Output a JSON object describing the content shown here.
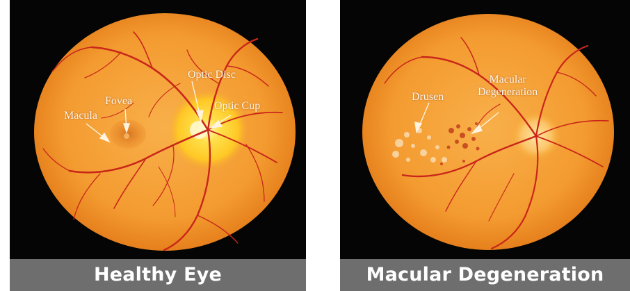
{
  "panels": [
    {
      "caption": "Healthy Eye",
      "labels": {
        "macula": "Macula",
        "fovea": "Fovea",
        "optic_disc": "Optic Disc",
        "optic_cup": "Optic Cup"
      }
    },
    {
      "caption": "Macular Degeneration",
      "labels": {
        "drusen": "Drusen",
        "macular_degeneration": "Macular\nDegeneration"
      }
    }
  ],
  "colors": {
    "background": "#050505",
    "caption_bar": "#6e6e6e",
    "retina": "#f5a13a",
    "retina_edge": "#e57f1a",
    "optic_disc": "#ffd23a",
    "vessels": "#c9261a"
  }
}
